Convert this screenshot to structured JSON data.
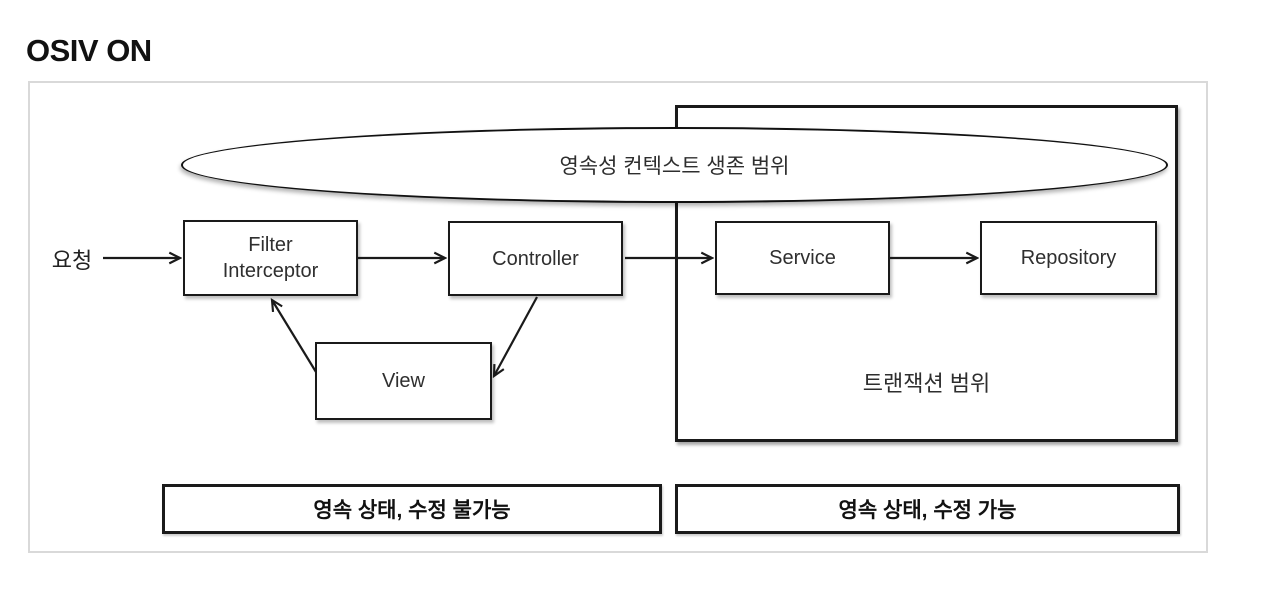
{
  "title": "OSIV ON",
  "diagram": {
    "request_label": "요청",
    "ellipse_label": "영속성 컨텍스트 생존 범위",
    "transaction_label": "트랜잭션 범위",
    "nodes": {
      "filter": {
        "line1": "Filter",
        "line2": "Interceptor"
      },
      "controller": {
        "label": "Controller"
      },
      "service": {
        "label": "Service"
      },
      "repository": {
        "label": "Repository"
      },
      "view": {
        "label": "View"
      }
    },
    "footers": {
      "left": "영속 상태, 수정 불가능",
      "right": "영속 상태, 수정 가능"
    },
    "colors": {
      "shape_border": "#1a1a1a",
      "panel_border": "#d9d9d9",
      "title_text": "#111111",
      "body_text": "#2e2e2e"
    }
  }
}
